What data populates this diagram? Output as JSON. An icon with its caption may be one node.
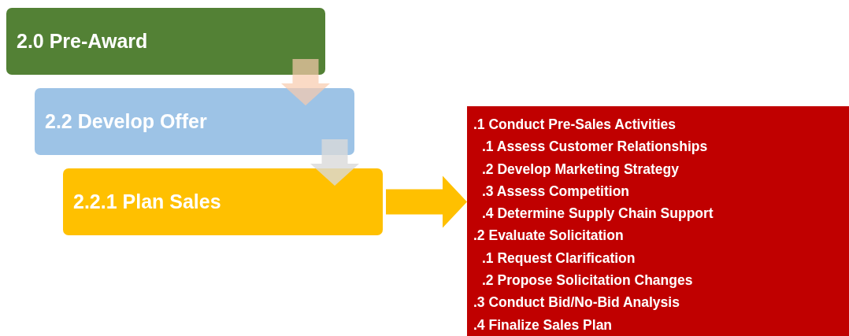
{
  "diagram": {
    "nodes": [
      {
        "text": [
          "2.0 Pre-Award"
        ]
      },
      {
        "text": [
          "2.2 Develop Offer"
        ]
      },
      {
        "text": [
          "2.2.1 Plan Sales"
        ]
      },
      {
        "text": [
          ".1 Conduct Pre-Sales Activities",
          ".1 Assess Customer Relationships",
          ".2 Develop Marketing Strategy",
          ".3 Assess Competition",
          ".4 Determine Supply Chain Support",
          ".2 Evaluate Solicitation",
          ".1 Request Clarification",
          ".2 Propose Solicitation Changes",
          ".3 Conduct Bid/No-Bid Analysis",
          ".4 Finalize Sales Plan"
        ]
      }
    ],
    "edges": [
      {
        "from": 0,
        "to": 1,
        "arrow": "to",
        "color": "#f8cbad"
      },
      {
        "from": 1,
        "to": 2,
        "arrow": "to",
        "color": "#d9d9d9"
      },
      {
        "from": 2,
        "to": 3,
        "arrow": "to",
        "color": "#ffc000"
      }
    ]
  }
}
